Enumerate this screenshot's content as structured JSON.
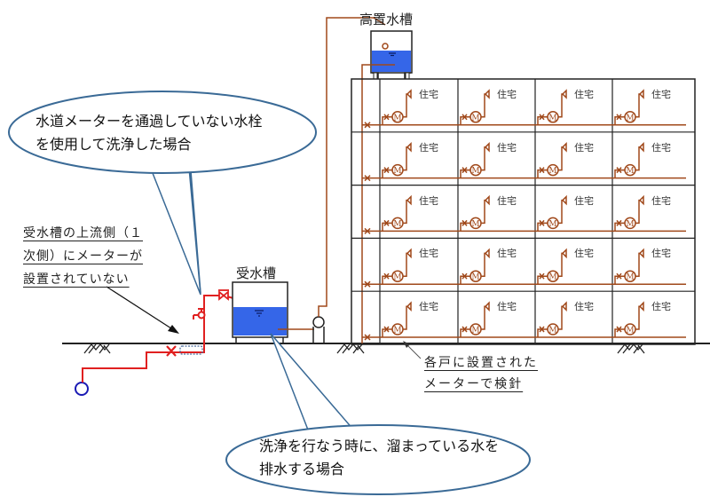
{
  "title": "受水槽方式の給水系統と洗浄時の水量計量",
  "labels": {
    "elevated_tank": "高置水槽",
    "receiving_tank": "受水槽",
    "unit": "住宅",
    "meter_symbol": "M"
  },
  "callouts": {
    "hydrant_case": {
      "lines": [
        "水道メーターを通過していない水栓",
        "を使用して洗浄した場合"
      ]
    },
    "drain_case": {
      "lines": [
        "洗浄を行なう時に、溜まっている水を",
        "排水する場合"
      ]
    }
  },
  "notes": {
    "no_upstream_meter": {
      "lines": [
        "受水槽の上流側（１",
        "次側）にメーターが",
        "設置されていない"
      ]
    },
    "unit_meters": {
      "lines": [
        "各戸に設置された",
        "メーターで検針"
      ]
    }
  },
  "building": {
    "floors": 5,
    "units_per_floor": 4
  },
  "colors": {
    "supply_pipe": "#e02020",
    "building_pipe": "#a0481a",
    "water": "#3060e0",
    "callout_outline": "#3a6a96",
    "main_source": "#1a1ab4",
    "meter_box": "#4a6a9a",
    "outline": "#222222"
  }
}
